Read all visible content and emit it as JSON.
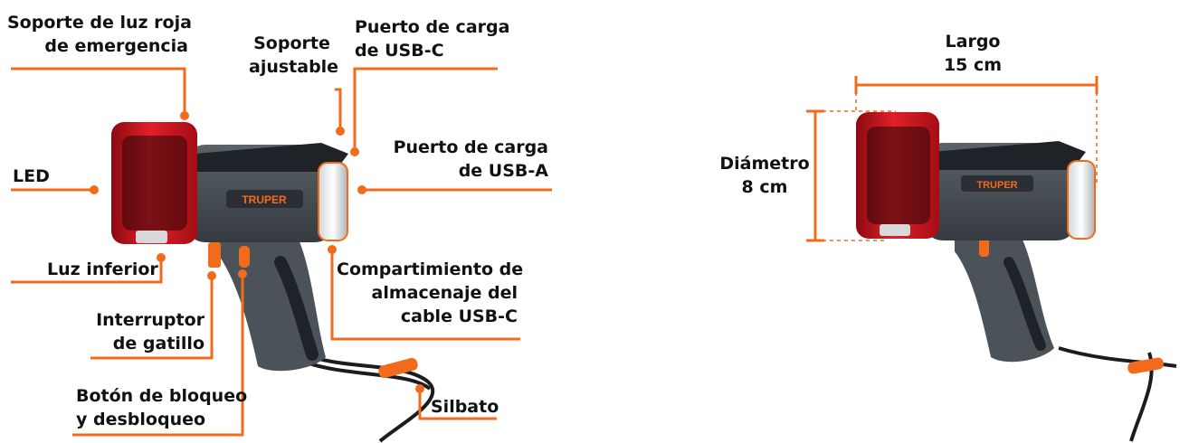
{
  "colors": {
    "leader": "#f26b1d",
    "body_gray": "#4b5359",
    "body_dark": "#2b2f33",
    "lens_red": "#d4141c",
    "accent_orange": "#f26b1d",
    "text": "#111111"
  },
  "brand": "TRUPER",
  "callouts": {
    "red_light": [
      "Soporte de luz roja",
      "de emergencia"
    ],
    "stand": [
      "Soporte",
      "ajustable"
    ],
    "usbc_port": [
      "Puerto de carga",
      "de USB-C"
    ],
    "usba_port": [
      "Puerto de carga",
      "de USB-A"
    ],
    "led": [
      "LED"
    ],
    "bottom_light": [
      "Luz inferior"
    ],
    "cable_storage": [
      "Compartimiento de",
      "almacenaje del",
      "cable USB-C"
    ],
    "trigger": [
      "Interruptor",
      "de gatillo"
    ],
    "lock_button": [
      "Botón de bloqueo",
      "y desbloqueo"
    ],
    "whistle": [
      "Silbato"
    ]
  },
  "dimensions": {
    "length": [
      "Largo",
      "15 cm"
    ],
    "diameter": [
      "Diámetro",
      "8 cm"
    ]
  }
}
